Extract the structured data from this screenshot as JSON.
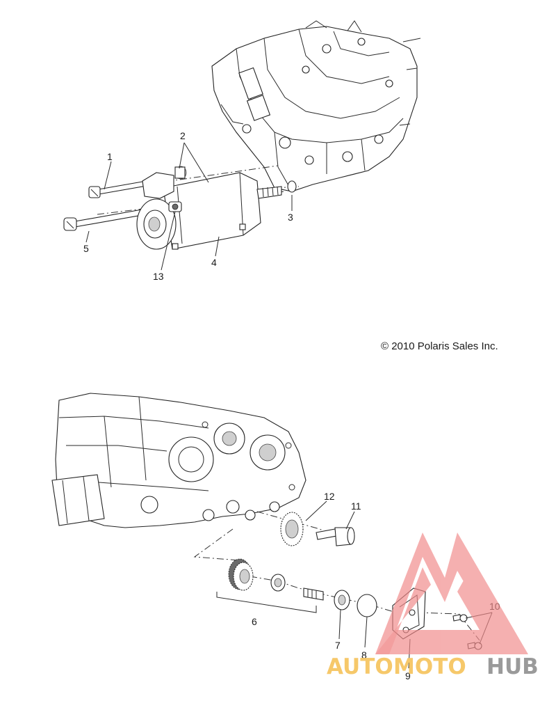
{
  "copyright": "© 2010 Polaris Sales Inc.",
  "watermark": {
    "auto": "AUTO",
    "moto": "MOTO",
    "hub": "HUB",
    "accent_color": "#f08a8a",
    "text_color": "#f6c86a",
    "hub_color": "#9a9a9a"
  },
  "callouts": {
    "c1": "1",
    "c2": "2",
    "c3": "3",
    "c4": "4",
    "c5": "5",
    "c13": "13",
    "c12": "12",
    "c11": "11",
    "c6": "6",
    "c7": "7",
    "c8": "8",
    "c9": "9",
    "c10": "10"
  }
}
